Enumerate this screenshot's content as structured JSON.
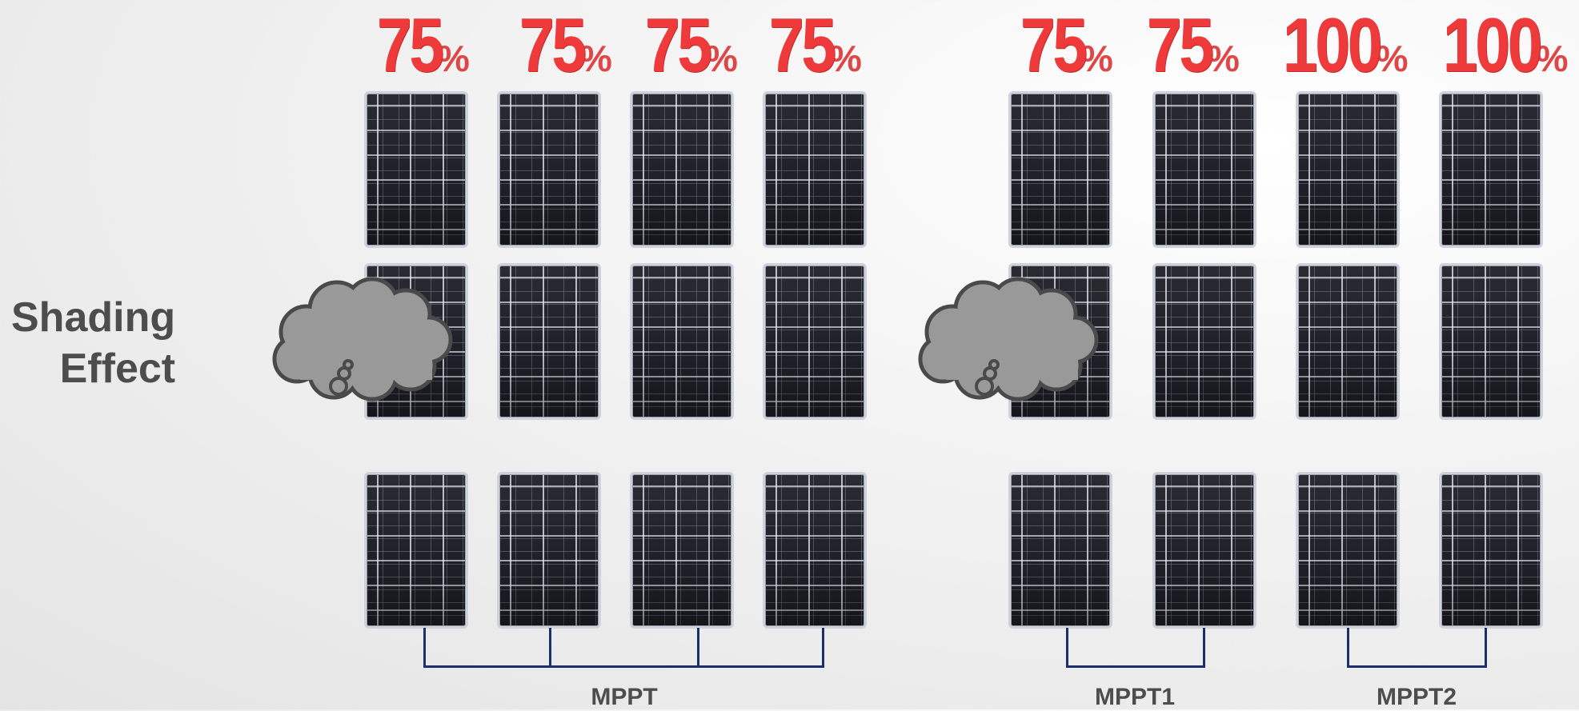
{
  "title": {
    "line1": "Shading",
    "line2": "Effect"
  },
  "left_system": {
    "percentages": [
      "75",
      "75",
      "75",
      "75"
    ],
    "mppt_label": "MPPT"
  },
  "right_system": {
    "percentages": [
      "75",
      "75",
      "100",
      "100"
    ],
    "mppt_labels": [
      "MPPT1",
      "MPPT2"
    ]
  },
  "percent_symbol": "%",
  "colors": {
    "percent_red": "#ee3a3a",
    "panel_dark": "#1f2027",
    "bus_navy": "#1c2e6b",
    "cloud_gray": "#999999",
    "text_gray": "#4d4d4d"
  }
}
